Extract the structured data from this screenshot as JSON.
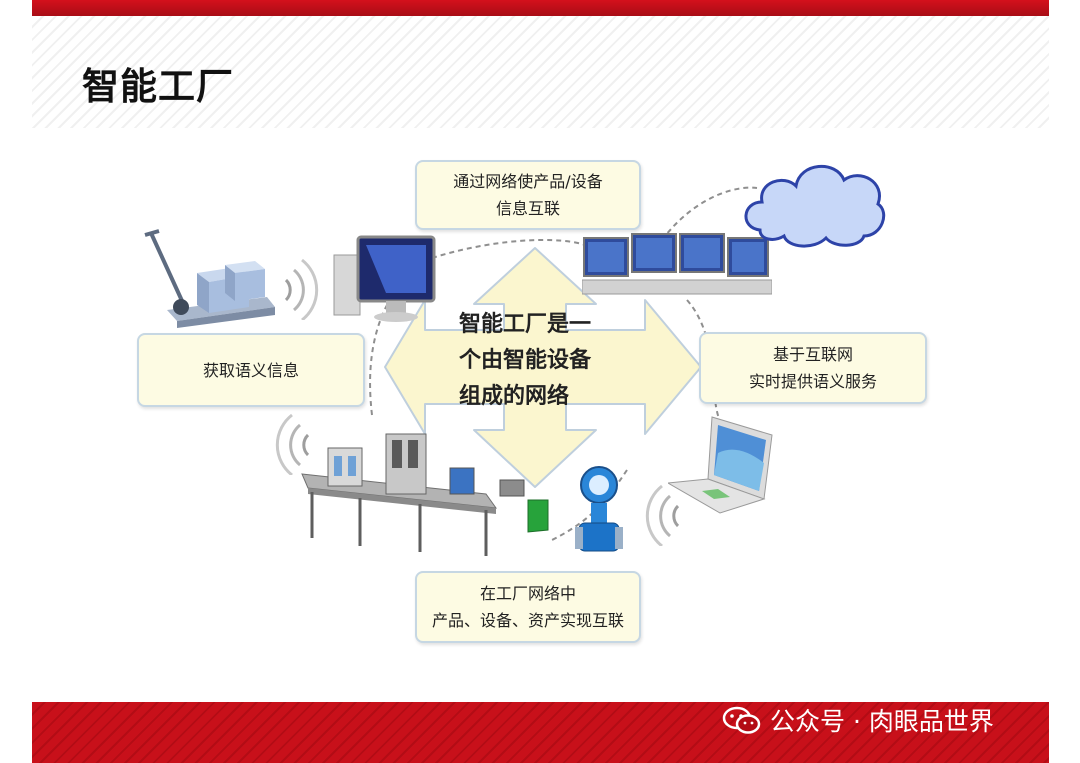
{
  "slide": {
    "title": "智能工厂",
    "colors": {
      "accent_red": "#c8101a",
      "box_fill": "#fdfbe3",
      "arrow_fill": "#fbf6cf",
      "cloud": "#c7d7f8"
    }
  },
  "center": {
    "lines": [
      "智能工厂是一",
      "个由智能设备",
      "组成的网络"
    ]
  },
  "boxes": {
    "top": {
      "lines": [
        "通过网络使产品/设备",
        "信息互联"
      ]
    },
    "left": {
      "lines": [
        "获取语义信息"
      ]
    },
    "right": {
      "lines": [
        "基于互联网",
        "实时提供语义服务"
      ]
    },
    "bottom": {
      "lines": [
        "在工厂网络中",
        "产品、设备、资产实现互联"
      ]
    }
  },
  "icons": [
    "hand-truck-boxes-icon",
    "desktop-computer-icon",
    "monitor-cluster-icon",
    "cloud-icon",
    "laptop-icon",
    "assembly-line-icon",
    "flow-meter-icon",
    "wireless-signal-icon"
  ],
  "watermark": {
    "text": "公众号 · 肉眼品世界"
  }
}
